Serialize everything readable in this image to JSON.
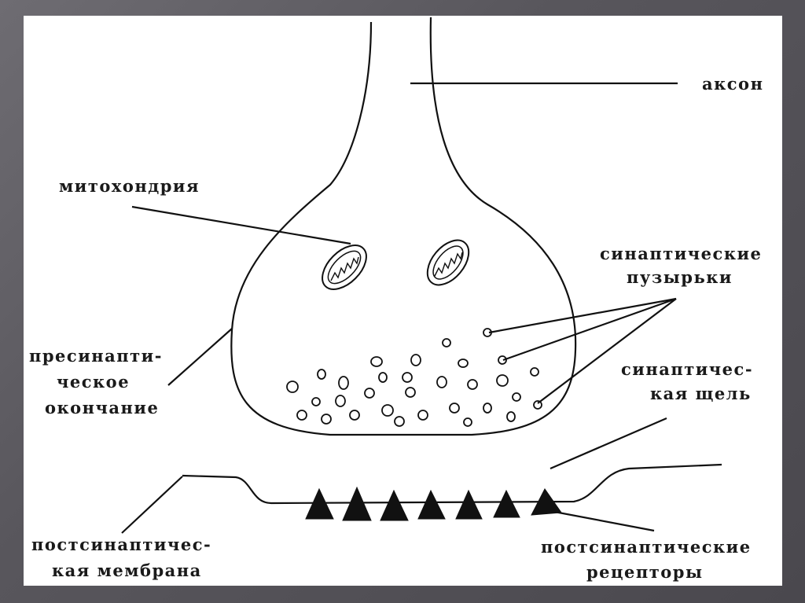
{
  "labels": {
    "axon": "аксон",
    "mitochondria": "митохондрия",
    "vesicles_line1": "синаптические",
    "vesicles_line2": "пузырьки",
    "presynaptic_line1": "пресинапти-",
    "presynaptic_line2": "ческое",
    "presynaptic_line3": "окончание",
    "cleft_line1": "синаптичес-",
    "cleft_line2": "кая щель",
    "membrane_line1": "постсинаптичес-",
    "membrane_line2": "кая мембрана",
    "receptors_line1": "постсинаптические",
    "receptors_line2": "рецепторы"
  },
  "colors": {
    "ink": "#111111",
    "paper": "#ffffff",
    "frame": "#5a585e"
  }
}
